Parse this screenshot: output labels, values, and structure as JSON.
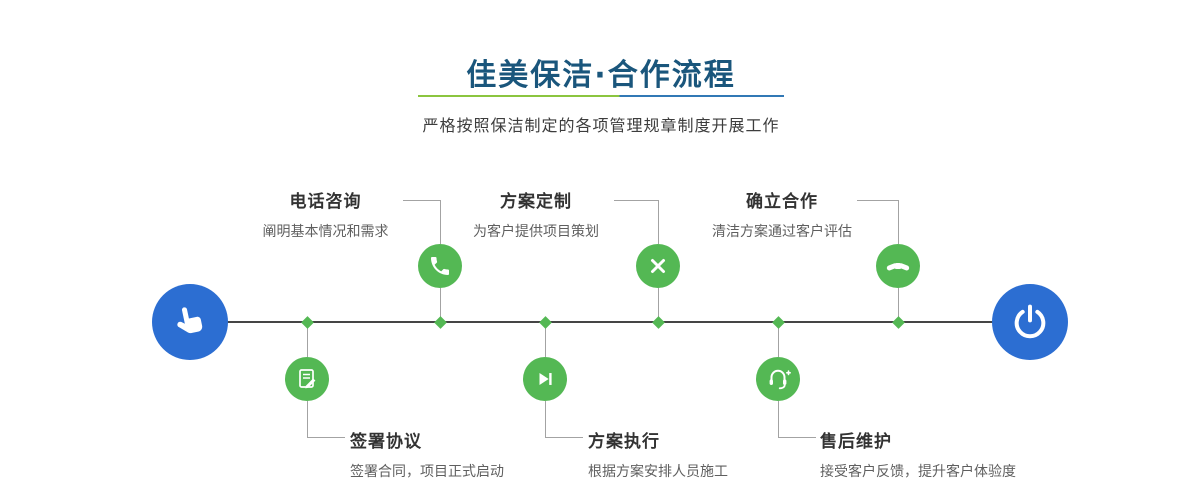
{
  "header": {
    "title": "佳美保洁·合作流程",
    "subtitle": "严格按照保洁制定的各项管理规章制度开展工作"
  },
  "colors": {
    "title_blue": "#1a567c",
    "node_blue": "#2c6ed2",
    "step_green": "#54b854",
    "divider_green": "#8bc53f",
    "divider_blue": "#3178b5",
    "timeline_line": "#454545"
  },
  "timeline": {
    "start_icon": "pointing-hand-icon",
    "end_icon": "power-icon",
    "steps_top": [
      {
        "title": "电话咨询",
        "desc": "阐明基本情况和需求",
        "icon": "phone-icon"
      },
      {
        "title": "方案定制",
        "desc": "为客户提供项目策划",
        "icon": "design-tools-icon"
      },
      {
        "title": "确立合作",
        "desc": "清洁方案通过客户评估",
        "icon": "handshake-icon"
      }
    ],
    "steps_bottom": [
      {
        "title": "签署协议",
        "desc": "签署合同，项目正式启动",
        "icon": "contract-icon"
      },
      {
        "title": "方案执行",
        "desc": "根据方案安排人员施工",
        "icon": "play-icon"
      },
      {
        "title": "售后维护",
        "desc": "接受客户反馈，提升客户体验度",
        "icon": "headset-icon"
      }
    ]
  }
}
